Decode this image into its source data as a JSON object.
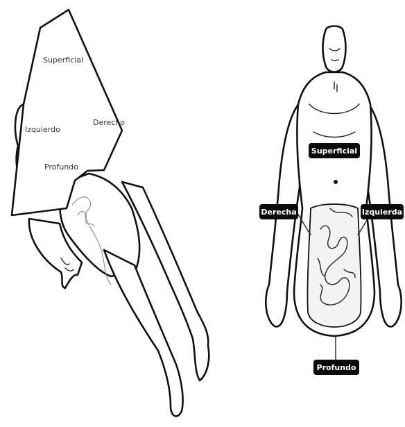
{
  "left_figure": {
    "labels": {
      "superficial": "Superficial",
      "izquierdo": "Izquierdo",
      "derecho": "Derecho",
      "profundo": "Profundo"
    }
  },
  "right_figure": {
    "labels": {
      "superficial": "Superficial",
      "derecha": "Derecha",
      "izquierda": "Izquierda",
      "profundo": "Profundo"
    }
  },
  "colors": {
    "outline": "#111111",
    "tag_background": "#0b0b0b",
    "tag_text": "#ffffff"
  }
}
